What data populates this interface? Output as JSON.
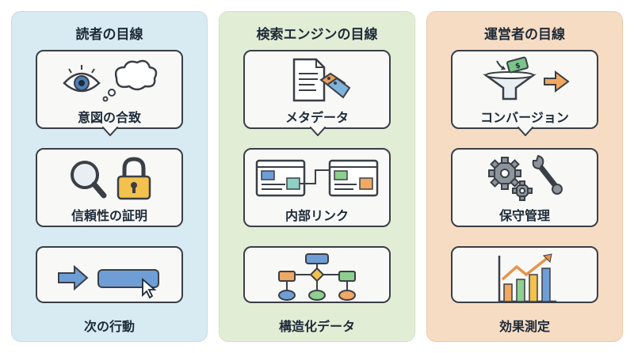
{
  "columns": [
    {
      "title": "読者の目線",
      "cards": [
        {
          "label": "意図の合致",
          "icon": "eye-thought-icon"
        },
        {
          "label": "信頼性の証明",
          "icon": "magnifier-lock-icon"
        },
        {
          "label": "次の行動",
          "icon": "arrow-button-icon"
        }
      ]
    },
    {
      "title": "検索エンジンの目線",
      "cards": [
        {
          "label": "メタデータ",
          "icon": "document-tags-icon"
        },
        {
          "label": "内部リンク",
          "icon": "linked-pages-icon"
        },
        {
          "label": "構造化データ",
          "icon": "flowchart-icon"
        }
      ]
    },
    {
      "title": "運営者の目線",
      "cards": [
        {
          "label": "コンバージョン",
          "icon": "funnel-money-icon"
        },
        {
          "label": "保守管理",
          "icon": "gears-wrench-icon"
        },
        {
          "label": "効果測定",
          "icon": "growth-chart-icon"
        }
      ]
    }
  ],
  "colors": {
    "reader_bg": "#d8eaf2",
    "search_bg": "#e2edd6",
    "operator_bg": "#f7dcc4",
    "card_border": "#3a3f46"
  }
}
